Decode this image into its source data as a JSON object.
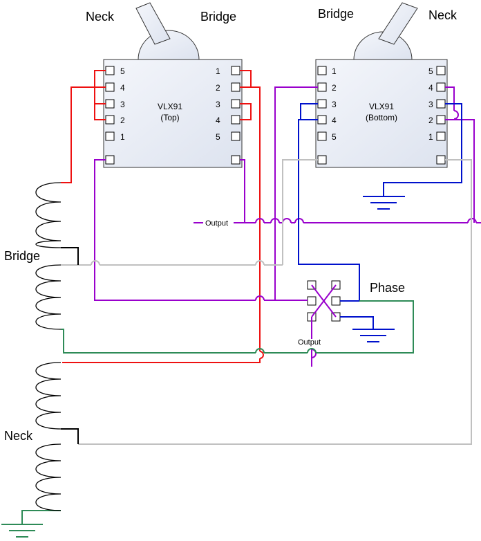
{
  "labels": {
    "top_neck": "Neck",
    "top_bridge": "Bridge",
    "bottom_bridge": "Bridge",
    "bottom_neck": "Neck",
    "pickup_bridge": "Bridge",
    "pickup_neck": "Neck",
    "phase": "Phase",
    "output_top": "Output",
    "output_bottom": "Output"
  },
  "switch_top": {
    "name_line1": "VLX91",
    "name_line2": "(Top)",
    "left_pins": [
      "5",
      "4",
      "3",
      "2",
      "1"
    ],
    "right_pins": [
      "1",
      "2",
      "3",
      "4",
      "5"
    ]
  },
  "switch_bottom": {
    "name_line1": "VLX91",
    "name_line2": "(Bottom)",
    "left_pins": [
      "1",
      "2",
      "3",
      "4",
      "5"
    ],
    "right_pins": [
      "5",
      "4",
      "3",
      "2",
      "1"
    ]
  },
  "colors": {
    "red": "#ee1111",
    "purple": "#9900cc",
    "blue": "#0011cc",
    "gray": "#c0c0c0",
    "green": "#2e8b57",
    "black": "#000000",
    "switch_fill": "#e8ecf4"
  }
}
